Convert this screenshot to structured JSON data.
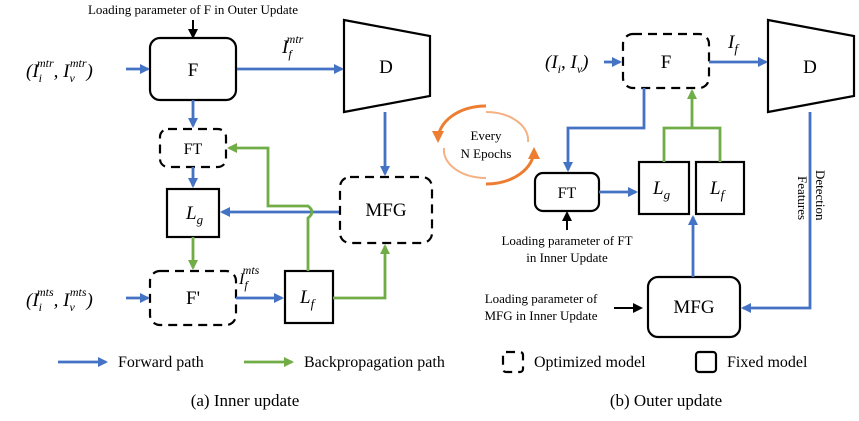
{
  "inner": {
    "top_note": "Loading parameter of F in Outer Update",
    "F": "F",
    "D": "D",
    "FT": "FT",
    "Lg_main": "L",
    "Lg_sub": "g",
    "MFG": "MFG",
    "Fprime": "F'",
    "Lf_main": "L",
    "Lf_sub": "f",
    "in_tr_open": "(I",
    "in_tr_i_sub": "i",
    "in_tr_sup": "mtr",
    "in_tr_comma": ", I",
    "in_tr_v_sub": "v",
    "in_tr_close": ")",
    "out_tr_main": "I",
    "out_tr_sub": "f",
    "in_ts_open": "(I",
    "in_ts_i_sub": "i",
    "in_ts_sup": "mts",
    "in_ts_comma": ", I",
    "in_ts_v_sub": "v",
    "in_ts_close": ")",
    "out_ts_main": "I",
    "out_ts_sub": "f",
    "caption": "(a) Inner update"
  },
  "center": {
    "line1": "Every",
    "line2": "N Epochs"
  },
  "outer": {
    "input_open": "(I",
    "input_i_sub": "i",
    "input_comma": ", I",
    "input_v_sub": "v",
    "input_close": ")",
    "F": "F",
    "D": "D",
    "If_main": "I",
    "If_sub": "f",
    "FT": "FT",
    "Lg_main": "L",
    "Lg_sub": "g",
    "Lf_main": "L",
    "Lf_sub": "f",
    "MFG": "MFG",
    "ft_note_1": "Loading parameter of FT",
    "ft_note_2": "in Inner Update",
    "mfg_note_1": "Loading parameter of",
    "mfg_note_2": "MFG in Inner Update",
    "det_1": "Detection",
    "det_2": "Features",
    "caption": "(b) Outer update"
  },
  "legend": {
    "forward": "Forward path",
    "backprop": "Backpropagation path",
    "optimized": "Optimized model",
    "fixed": "Fixed model"
  },
  "colors": {
    "forward": "#4472c4",
    "backprop": "#70ad47",
    "cycle": "#ed7d31"
  }
}
